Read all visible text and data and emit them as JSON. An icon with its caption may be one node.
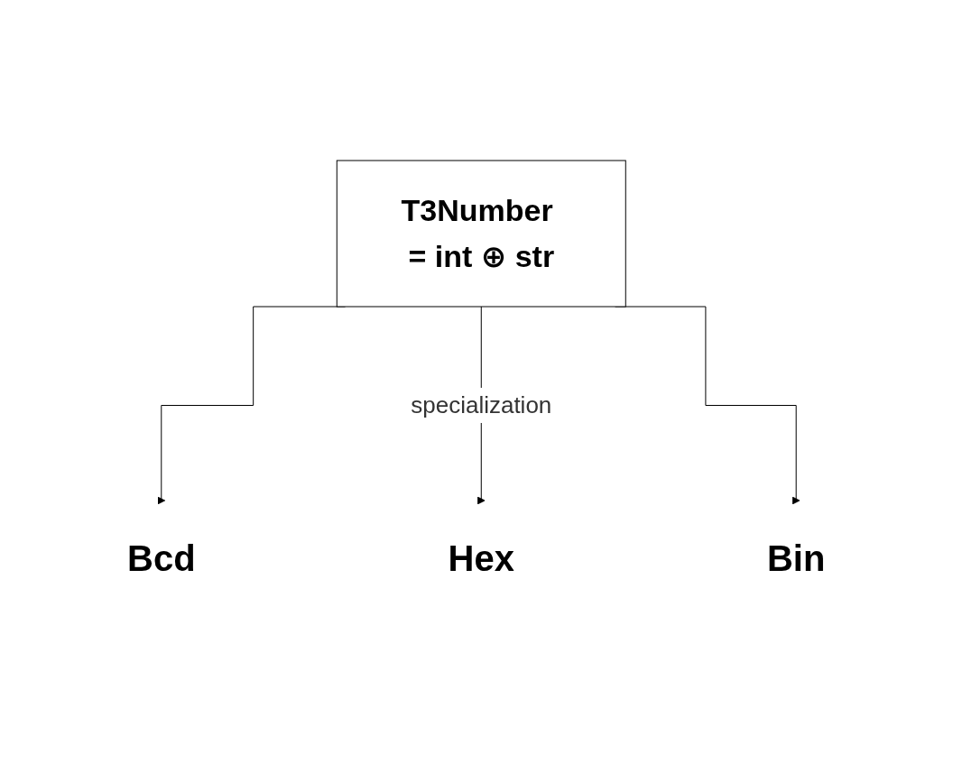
{
  "diagram": {
    "nodes": [
      {
        "text": [
          "T3Number = int ⊕ str"
        ]
      },
      {
        "text": [
          "Bcd"
        ]
      },
      {
        "text": [
          "Hex"
        ]
      },
      {
        "text": [
          "Bin"
        ]
      }
    ],
    "edges": [
      {
        "from": 0,
        "to": 1,
        "arrow": "to"
      },
      {
        "from": 0,
        "to": 2,
        "arrow": "to",
        "label": "specialization"
      },
      {
        "from": 0,
        "to": 3,
        "arrow": "to"
      }
    ]
  }
}
